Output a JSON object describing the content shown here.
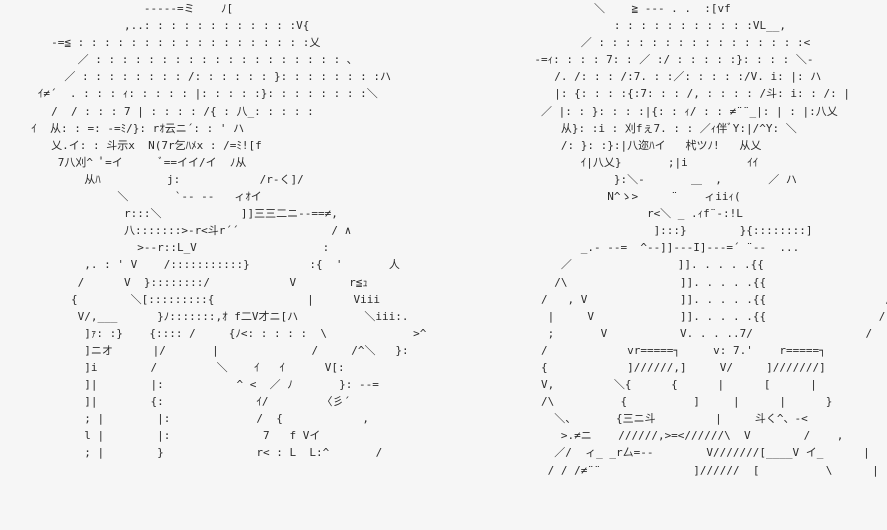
{
  "art": {
    "left": [
      "                   ‐‐‐‐‐=ミ    ﾉ[",
      "                ,..: : : : : : : : : : : :V{",
      "     ‐=≦ : : : : : : : : : : : : : : : : : :乂",
      "         ／ : : : : : : : : : : : : : : : : : : : ､",
      "       ／ : : : : : : : : /: : : : : : }: : : : : : : :ハ",
      "   ｲ≠´  . : : : ｨ: : : : : |: : : : :}: : : : : : : :＼",
      "     /  / : : : 7 | : : : : /{ : 八_: : : : :",
      "  ｲ  从: : =: ‐=ﾐ/}: rｵ云ニ´: : ' ハ",
      "     乂.イ: : 斗示x  N(7r乞ﾊﾒx : /=ﾐ![f",
      "      7八刈^ ﾟ=イ      ﾞ==イイ/イ  ﾉ从",
      "          从ﾊ          j:            /r‐く]/",
      "               ＼       `‐‐ ‐‐   ィｵイ",
      "                r:::＼            ]]三三二ニ‐‐==≠,",
      "                八:::::::>‐r<斗r´´              / ∧",
      "                  >‐‐r::L_V                   :",
      "          ,. : ' V    /:::::::::::}         :{  '       人",
      "         /      V  }::::::::/            V        r≦ｭ",
      "        {        ＼[:::::::::{              |      Viii",
      "         V/,___      }ﾉ:::::::,ｵ f二V才ニ[ハ          ＼iii:.",
      "          ]ｧ: :}    {:::: /     {ﾉ<: : : : :  \\             >^",
      "          ]ニオ      |/       |              /     /^＼   }:",
      "          ]i        /         ＼    ｲ   ｲ      V[:",
      "          ]|        |:           ^ <  ／ ﾉ       }: ‐‐=",
      "          ]|        {:              ｲ/        〈彡´",
      "          ; |        |:             /  {            ,",
      "          l |        |:              7   f Vイ",
      "          ; |        }              r< : L  L:^       /"
    ],
    "right": [
      "                ＼    ≧ ‐-‐ . .  :[vf",
      "                   : : : : : : : : : : :VL__,",
      "              ／ : : : : : : : : : : : : : : : :<",
      "       ‐=ｨ: : : : 7: : ／ :/ : : : : :}: : : : ＼‐",
      "          /. /: : : /:7. : :／: : : : :/V. i: |: ハ",
      "          |: {: : : :{:7: : : /, : : : : /斗: i: : /: |",
      "        ／ |: : }: : : :|{: : ｨ/ : : ≠¨¨_|: | : |:八乂",
      "           从}: :i : 刈fぇ7. : : ／ｨ伴ﾞY:|/^Y: ＼",
      "           /: }: :}:|八迩ﾊイ   杙ツﾉ!   从乂",
      "              ｲ|八乂}       ;|i         ｲｲ",
      "                   }:＼‐       ＿  ,       ／ ハ",
      "                  N^ゝ>     ¨    ィiiｨ(",
      "                        r<＼ _ .ｨf¨‐:!L",
      "                         ]:::}        }{::::::::]",
      "              _.- ‐‐=  ^‐‐]]‐‐‐I]‐‐‐=´ ¨‐‐  ...",
      "           ／                ]]. . . . .{{                    ;  ┐",
      "          /\\                 ]]. . . . .{{                   /   ,",
      "        /   , V              ]]. . . . .{{                  /     ,",
      "         |     V             ]]. . . . .{{                 /      ,",
      "         ;       V           V. . . ..7/                 /",
      "        /            vr=====┐     v: 7.'    r=====┐            |",
      "        {            ]//////,]     V/     ]///////]            |",
      "        V,         ＼{      {      |      [      |             |",
      "        /\\          {          ]     |      |      }             |",
      "          ＼、      {三ニ斗         |     斗く^、-<            |",
      "           >.≠ニ    //////,>=<//////\\  V        /    ,",
      "          ／/  ィ_ _r厶=‐‐        V///////[____V イ_      |",
      "         / / /≠¨¨              ]//////  [          \\      |"
    ]
  }
}
